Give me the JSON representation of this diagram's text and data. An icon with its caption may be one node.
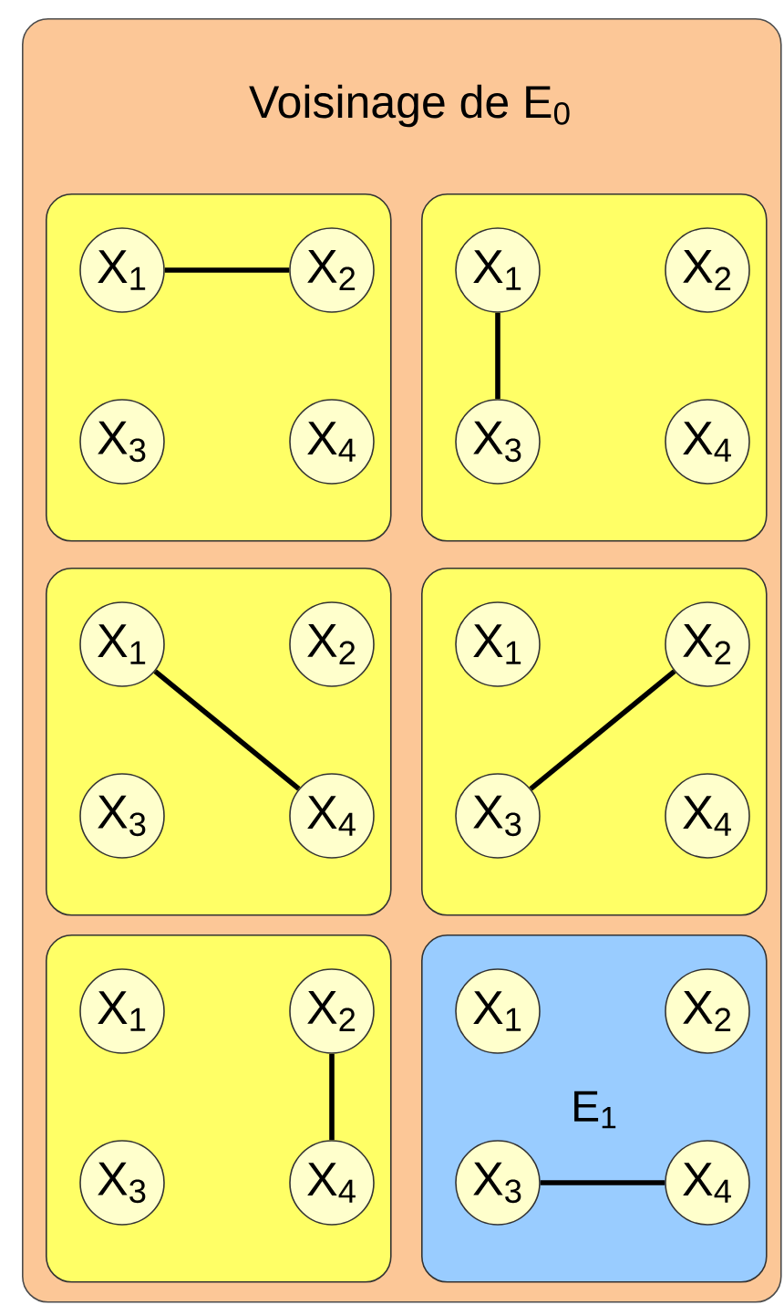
{
  "diagram": {
    "nodes": [
      {
        "text": [
          "Voisinage de E$_{0}$"
        ]
      },
      {
        "text": [],
        "shape": "box",
        "in": 0
      },
      {
        "text": [
          "X$_{1}$"
        ],
        "in": 1
      },
      {
        "text": [
          "X$_{2}$"
        ],
        "in": 1
      },
      {
        "text": [
          "X$_{3}$"
        ],
        "in": 1
      },
      {
        "text": [
          "X$_{4}$"
        ],
        "in": 1
      },
      {
        "text": [],
        "shape": "box",
        "in": 0
      },
      {
        "text": [
          "X$_{1}$"
        ],
        "in": 6
      },
      {
        "text": [
          "X$_{2}$"
        ],
        "in": 6
      },
      {
        "text": [
          "X$_{3}$"
        ],
        "in": 6
      },
      {
        "text": [
          "X$_{4}$"
        ],
        "in": 6
      },
      {
        "text": [],
        "shape": "box",
        "in": 0
      },
      {
        "text": [
          "X$_{1}$"
        ],
        "in": 11
      },
      {
        "text": [
          "X$_{2}$"
        ],
        "in": 11
      },
      {
        "text": [
          "X$_{3}$"
        ],
        "in": 11
      },
      {
        "text": [
          "X$_{4}$"
        ],
        "in": 11
      },
      {
        "text": [],
        "shape": "box",
        "in": 0
      },
      {
        "text": [
          "X$_{1}$"
        ],
        "in": 16
      },
      {
        "text": [
          "X$_{2}$"
        ],
        "in": 16
      },
      {
        "text": [
          "X$_{3}$"
        ],
        "in": 16
      },
      {
        "text": [
          "X$_{4}$"
        ],
        "in": 16
      },
      {
        "text": [],
        "shape": "box",
        "in": 0
      },
      {
        "text": [
          "X$_{1}$"
        ],
        "in": 21
      },
      {
        "text": [
          "X$_{2}$"
        ],
        "in": 21
      },
      {
        "text": [
          "X$_{3}$"
        ],
        "in": 21
      },
      {
        "text": [
          "X$_{4}$"
        ],
        "in": 21
      },
      {
        "text": [
          "E$_{1}$"
        ],
        "in": 0
      },
      {
        "text": [
          "X$_{1}$"
        ],
        "in": 26
      },
      {
        "text": [
          "X$_{2}$"
        ],
        "in": 26
      },
      {
        "text": [
          "X$_{3}$"
        ],
        "in": 26
      },
      {
        "text": [
          "X$_{4}$"
        ],
        "in": 26
      }
    ],
    "edges": [
      {
        "from": 2,
        "to": 3,
        "arrow": "none"
      },
      {
        "from": 7,
        "to": 9,
        "arrow": "none"
      },
      {
        "from": 12,
        "to": 15,
        "arrow": "none"
      },
      {
        "from": 18,
        "to": 19,
        "arrow": "none"
      },
      {
        "from": 23,
        "to": 25,
        "arrow": "none"
      },
      {
        "from": 29,
        "to": 30,
        "arrow": "none"
      }
    ]
  }
}
